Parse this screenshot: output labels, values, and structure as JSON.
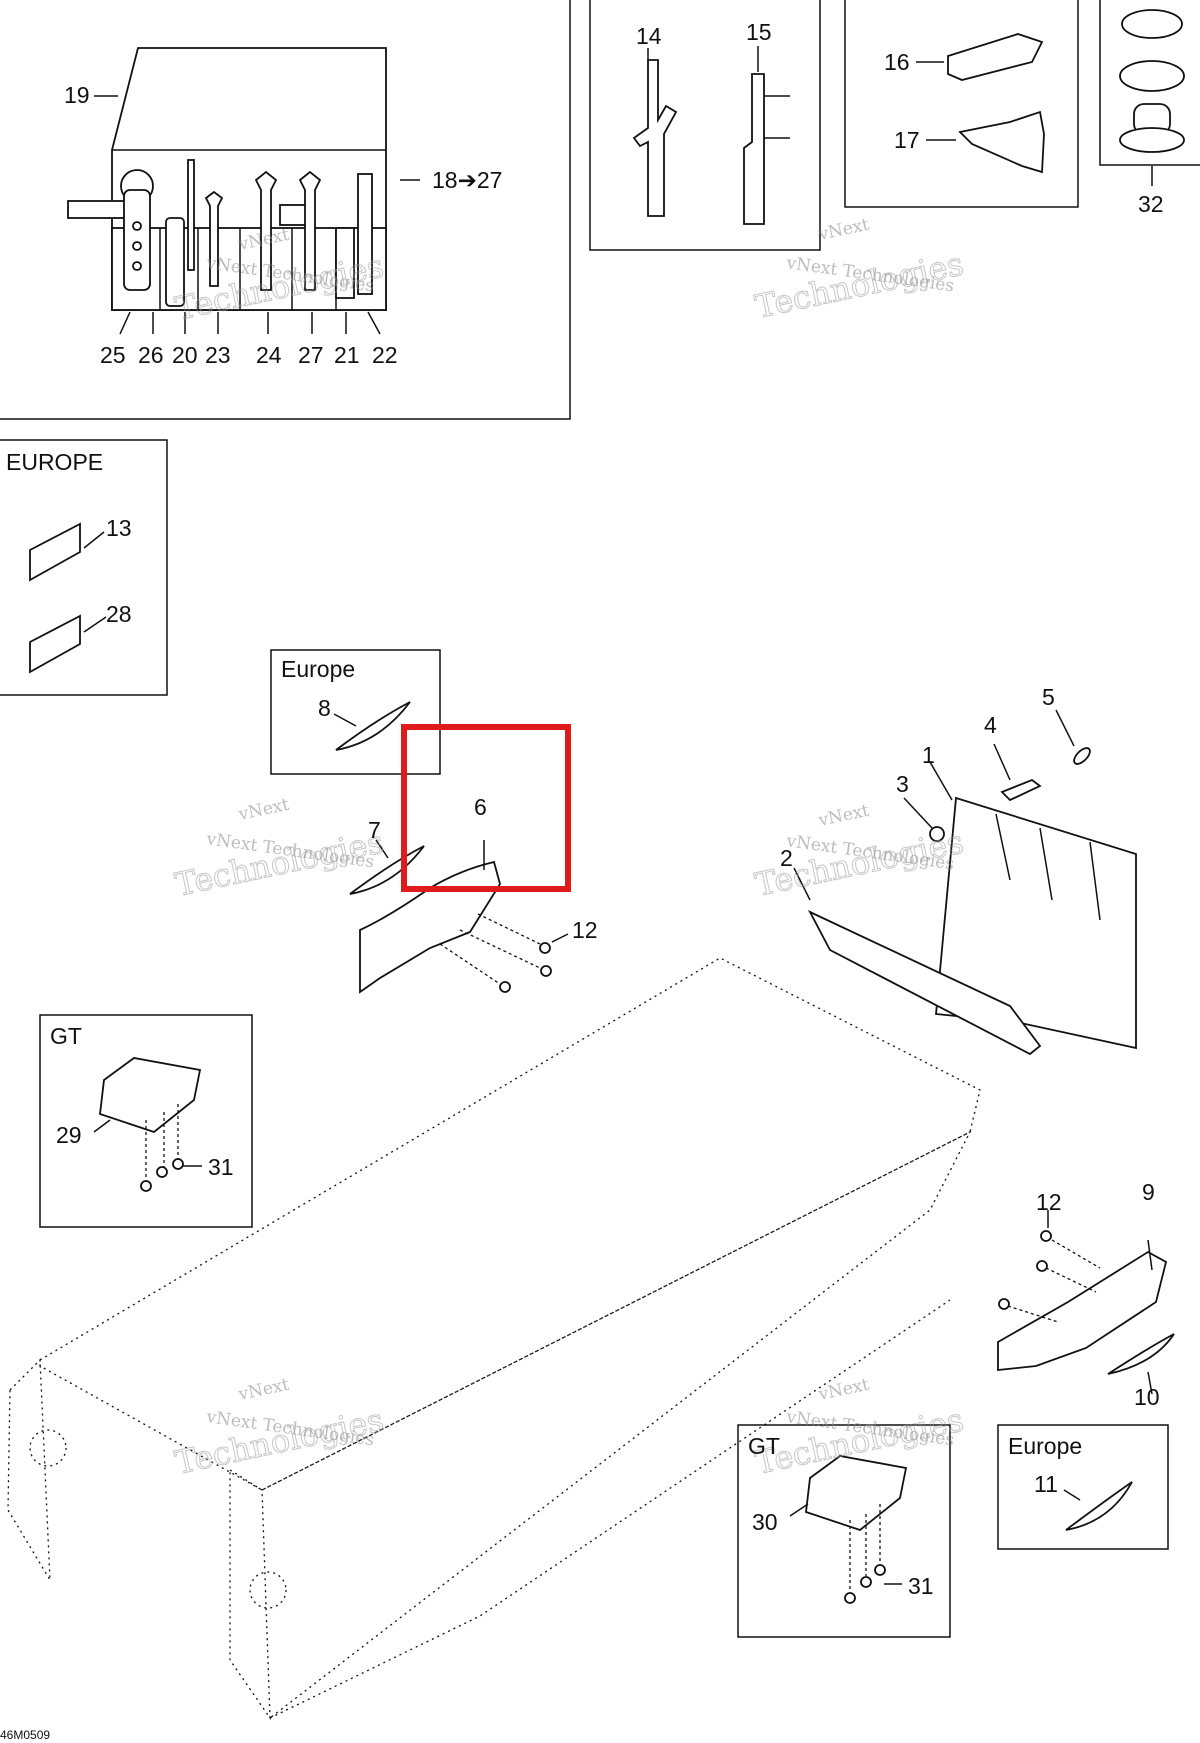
{
  "diagram": {
    "drawing_ref": "46M0509",
    "watermark": {
      "line1": "vNext",
      "line2": "vNext Technologies",
      "line3": "Technologies"
    },
    "boxes": {
      "europe_upper": "EUROPE",
      "europe_middle": "Europe",
      "gt_left": "GT",
      "gt_right": "GT",
      "europe_lower": "Europe"
    },
    "labels": {
      "l1": "1",
      "l2": "2",
      "l3": "3",
      "l4": "4",
      "l5": "5",
      "l6": "6",
      "l7": "7",
      "l8": "8",
      "l9": "9",
      "l10": "10",
      "l11": "11",
      "l12a": "12",
      "l12b": "12",
      "l13": "13",
      "l14": "14",
      "l15": "15",
      "l16": "16",
      "l17": "17",
      "l18": "18➔27",
      "l19": "19",
      "l20": "20",
      "l21": "21",
      "l22": "22",
      "l23": "23",
      "l24": "24",
      "l25": "25",
      "l26": "26",
      "l27": "27",
      "l28": "28",
      "l29": "29",
      "l30": "30",
      "l31a": "31",
      "l31b": "31",
      "l32": "32"
    },
    "highlight_color": "#e01b1b"
  }
}
